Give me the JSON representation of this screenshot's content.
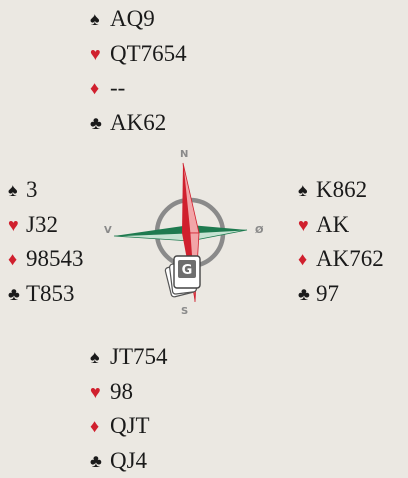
{
  "symbols": {
    "spades": "♠",
    "hearts": "♥",
    "diamonds": "♦",
    "clubs": "♣"
  },
  "colors": {
    "background": "#ebe8e2",
    "red_suit": "#d0202e",
    "black_suit": "#1a1a1a",
    "compass_ring": "#8a8a8a",
    "needle_red": "#d0202e",
    "needle_green": "#1e7a4f"
  },
  "hands": {
    "north": {
      "spades": "AQ9",
      "hearts": "QT7654",
      "diamonds": "--",
      "clubs": "AK62"
    },
    "west": {
      "spades": "3",
      "hearts": "J32",
      "diamonds": "98543",
      "clubs": "T853"
    },
    "east": {
      "spades": "K862",
      "hearts": "AK",
      "diamonds": "AK762",
      "clubs": "97"
    },
    "south": {
      "spades": "JT754",
      "hearts": "98",
      "diamonds": "QJT",
      "clubs": "QJ4"
    }
  },
  "compass": {
    "north": "N",
    "south": "S",
    "west": "V",
    "east": "Ø",
    "center_badge": "G"
  }
}
